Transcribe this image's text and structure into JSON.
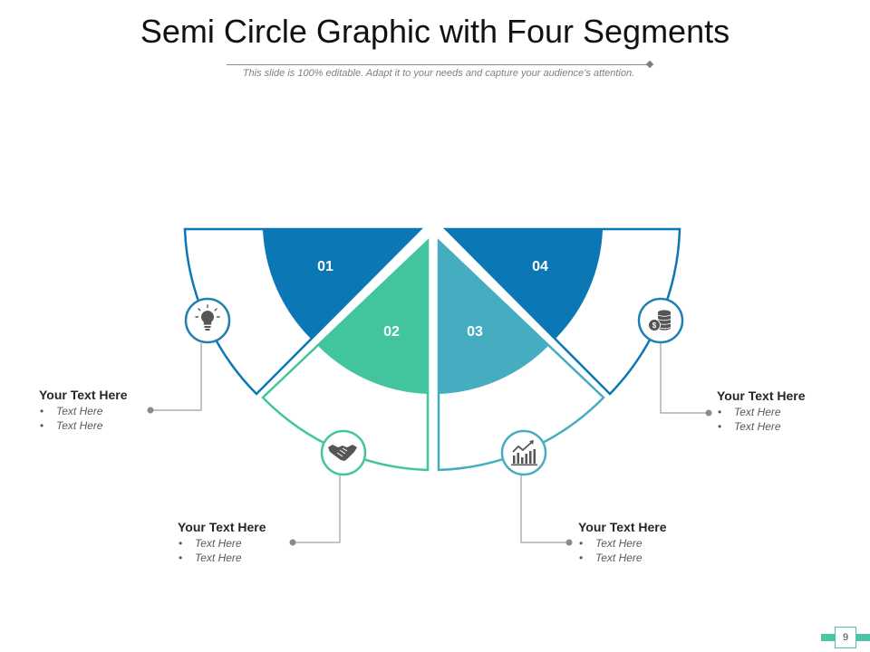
{
  "title": "Semi Circle Graphic with Four Segments",
  "subtitle": "This slide is 100% editable. Adapt it to your needs and capture your audience’s attention.",
  "colors": {
    "dark_blue": "#0b78b5",
    "green": "#42c49f",
    "teal": "#46adc0",
    "icon_gray": "#555555",
    "connector_gray": "#8a8a8a"
  },
  "segments": [
    {
      "number": "01",
      "color": "#0b78b5",
      "icon": "lightbulb-icon"
    },
    {
      "number": "02",
      "color": "#42c49f",
      "icon": "handshake-icon"
    },
    {
      "number": "03",
      "color": "#46adc0",
      "icon": "growth-chart-icon"
    },
    {
      "number": "04",
      "color": "#0b78b5",
      "icon": "coins-icon"
    }
  ],
  "text_blocks": [
    {
      "heading": "Your Text Here",
      "items": [
        "Text Here",
        "Text Here"
      ]
    },
    {
      "heading": "Your Text Here",
      "items": [
        "Text Here",
        "Text Here"
      ]
    },
    {
      "heading": "Your Text Here",
      "items": [
        "Text Here",
        "Text Here"
      ]
    },
    {
      "heading": "Your Text Here",
      "items": [
        "Text Here",
        "Text Here"
      ]
    }
  ],
  "page_number": "9"
}
